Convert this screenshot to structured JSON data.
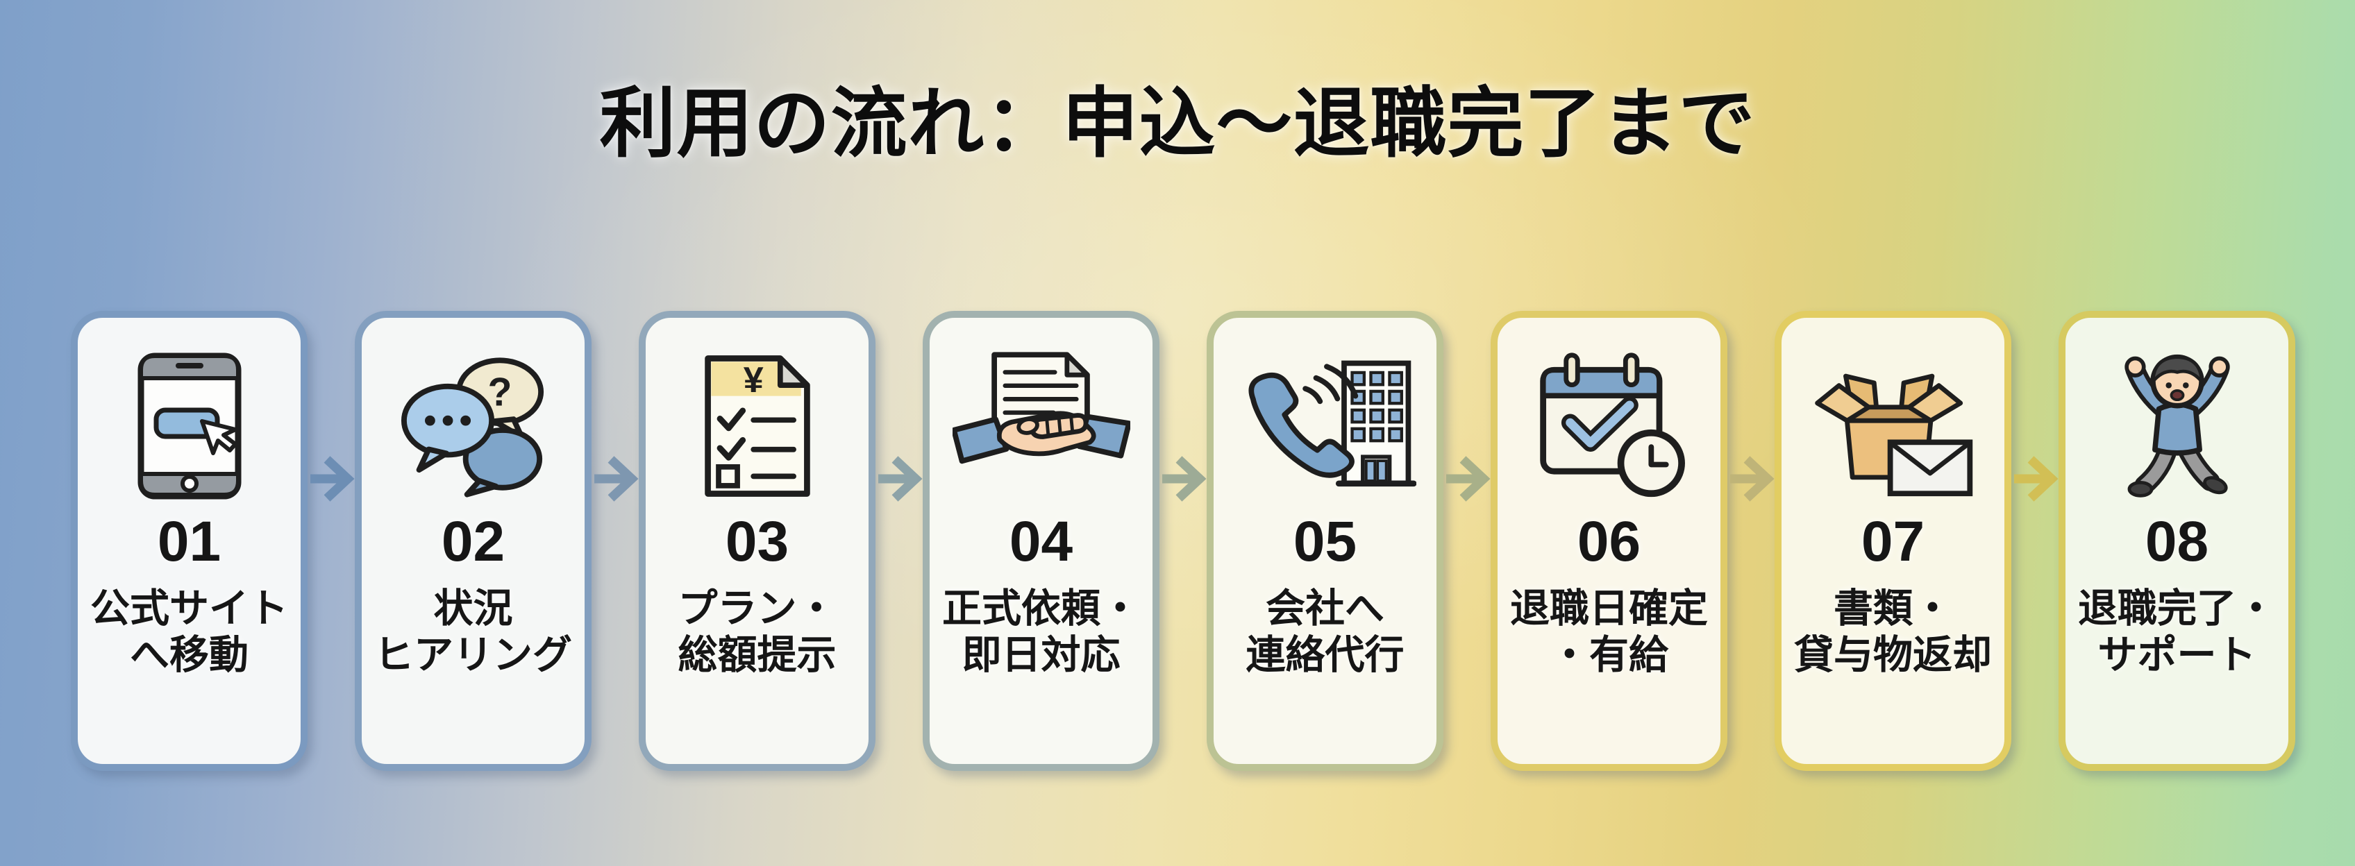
{
  "page": {
    "title": "利用の流れ：申込〜退職完了まで",
    "background_gradient": [
      "#7fa0c9",
      "#bec5ce",
      "#e8e0bf",
      "#f0df9c",
      "#ecd88c",
      "#bedb97",
      "#a7dbad"
    ]
  },
  "flow": {
    "steps": [
      {
        "number": "01",
        "label_line1": "公式サイト",
        "label_line2": "へ移動",
        "icon": "smartphone-tap-icon",
        "border_color": "#7b9ac0",
        "card_bg": "#f5f7f8"
      },
      {
        "number": "02",
        "label_line1": "状況",
        "label_line2": "ヒアリング",
        "icon": "chat-bubbles-icon",
        "border_color": "#839fbf",
        "card_bg": "#f5f7f6"
      },
      {
        "number": "03",
        "label_line1": "プラン・",
        "label_line2": "総額提示",
        "icon": "yen-document-icon",
        "border_color": "#92a8ba",
        "card_bg": "#f7f8f4"
      },
      {
        "number": "04",
        "label_line1": "正式依頼・",
        "label_line2": "即日対応",
        "icon": "handshake-icon",
        "border_color": "#a2b2af",
        "card_bg": "#f8f9f3"
      },
      {
        "number": "05",
        "label_line1": "会社へ",
        "label_line2": "連絡代行",
        "icon": "phone-building-icon",
        "border_color": "#bcc394",
        "card_bg": "#f9f8ee"
      },
      {
        "number": "06",
        "label_line1": "退職日確定",
        "label_line2": "・有給",
        "icon": "calendar-check-clock-icon",
        "border_color": "#dfcb68",
        "card_bg": "#faf7ea"
      },
      {
        "number": "07",
        "label_line1": "書類・",
        "label_line2": "貸与物返却",
        "icon": "box-envelope-icon",
        "border_color": "#e2cd62",
        "card_bg": "#f9f7e7"
      },
      {
        "number": "08",
        "label_line1": "退職完了・",
        "label_line2": "サポート",
        "icon": "cheering-person-icon",
        "border_color": "#d6ca60",
        "card_bg": "#f2f7ea"
      }
    ],
    "arrow_glyph": "→",
    "arrow_colors": [
      "#6d8eb4",
      "#7e97b0",
      "#8da3a8",
      "#9dab96",
      "#a8b089",
      "#bfb478",
      "#d2bf55"
    ],
    "speech_bubble_question_mark": "?",
    "yen_symbol": "¥"
  }
}
